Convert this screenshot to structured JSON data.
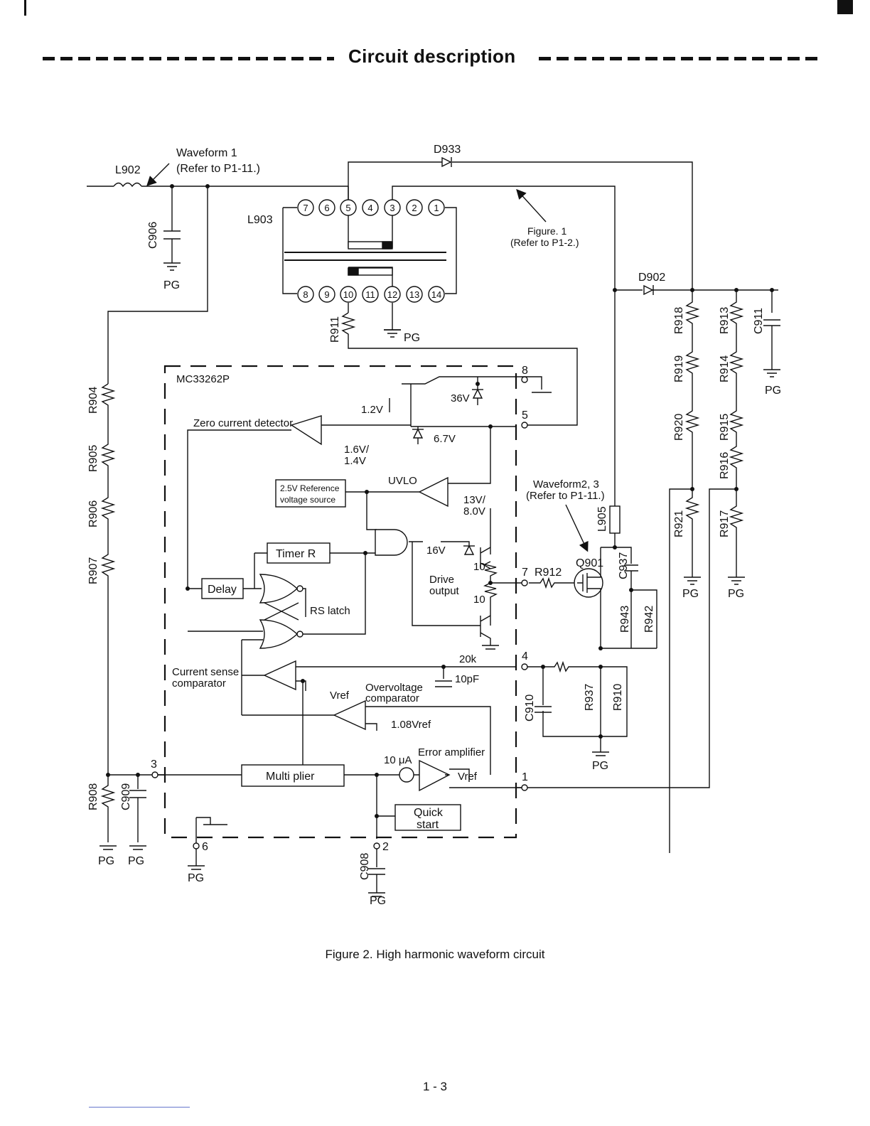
{
  "header": {
    "title": "Circuit description"
  },
  "diagram": {
    "labels": {
      "waveform1": "Waveform 1",
      "waveform1_ref": "(Refer to P1-11.)",
      "l902": "L902",
      "d933": "D933",
      "l903": "L903",
      "c906": "C906",
      "pg": "PG",
      "figure1": "Figure. 1",
      "figure1_ref": "(Refer to P1-2.)",
      "d902": "D902",
      "r911": "R911",
      "r918": "R918",
      "r913": "R913",
      "c911": "C911",
      "r919": "R919",
      "r914": "R914",
      "r920": "R920",
      "r915": "R915",
      "r916": "R916",
      "r921": "R921",
      "r917": "R917",
      "r904": "R904",
      "r905": "R905",
      "r906": "R906",
      "r907": "R907",
      "r908": "R908",
      "c909": "C909",
      "c908": "C908",
      "l905": "L905",
      "c937": "C937",
      "q901": "Q901",
      "r912": "R912",
      "r943": "R943",
      "r942": "R942",
      "r910_cap": "C910",
      "r937": "R937",
      "r910": "R910",
      "ic": "MC33262P",
      "zcd": "Zero current detector",
      "v12": "1.2V",
      "v36": "36V",
      "v67": "6.7V",
      "v16_14a": "1.6V/",
      "v16_14b": "1.4V",
      "ref_a": "2.5V Reference",
      "ref_b": "voltage source",
      "uvlo": "UVLO",
      "v13_8a": "13V/",
      "v13_8b": "8.0V",
      "waveform23": "Waveform2, 3",
      "waveform23_ref": "(Refer to P1-11.)",
      "timer": "Timer R",
      "v16": "16V",
      "r10a": "10",
      "r10b": "10",
      "drive_a": "Drive",
      "drive_b": "output",
      "delay": "Delay",
      "rs_latch": "RS latch",
      "r20k": "20k",
      "c10p": "10pF",
      "csc_a": "Current sense",
      "csc_b": "comparator",
      "vref1": "Vref",
      "ovc_a": "Overvoltage",
      "ovc_b": "comparator",
      "vref108": "1.08Vref",
      "ea": "Error amplifier",
      "i10u": "10 μA",
      "vref2": "Vref",
      "mult": "Multi plier",
      "qs_a": "Quick",
      "qs_b": "start",
      "pin1": "1",
      "pin2": "2",
      "pin3": "3",
      "pin4": "4",
      "pin5": "5",
      "pin6": "6",
      "pin7": "7",
      "pin8": "8",
      "t1": "1",
      "t2": "2",
      "t3": "3",
      "t4": "4",
      "t5": "5",
      "t6": "6",
      "t7": "7",
      "t8": "8",
      "t9": "9",
      "t10": "10",
      "t11": "11",
      "t12": "12",
      "t13": "13",
      "t14": "14"
    }
  },
  "caption": "Figure 2.  High harmonic waveform circuit",
  "page_number": "1 - 3"
}
